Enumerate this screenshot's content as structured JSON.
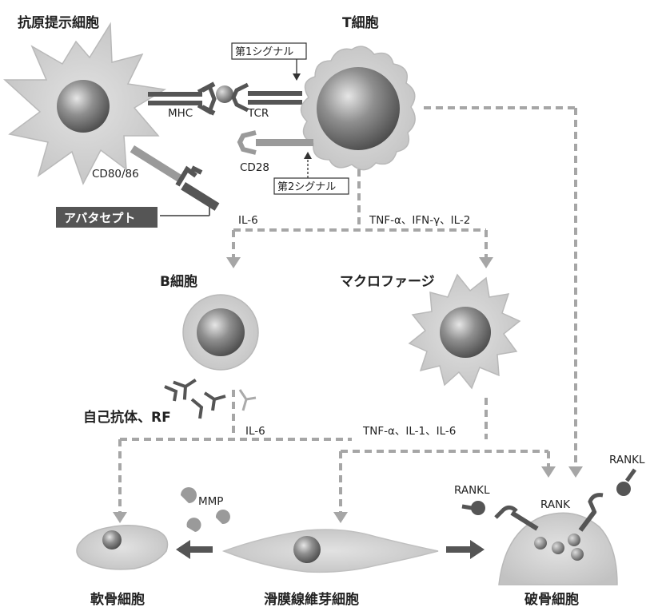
{
  "cells": {
    "apc": "抗原提示細胞",
    "tcell": "T細胞",
    "bcell": "B細胞",
    "macrophage": "マクロファージ",
    "chondrocyte": "軟骨細胞",
    "synovial": "滑膜線維芽細胞",
    "osteoclast": "破骨細胞"
  },
  "molecules": {
    "mhc": "MHC",
    "tcr": "TCR",
    "cd28": "CD28",
    "cd80_86": "CD80/86",
    "mmp": "MMP",
    "rankl_left": "RANKL",
    "rankl_right": "RANKL",
    "rank": "RANK"
  },
  "signals": {
    "first": "第1シグナル",
    "second": "第2シグナル"
  },
  "drug": "アバタセプト",
  "cytokines": {
    "t_to_b": "IL-6",
    "t_to_macro": "TNF-α、IFN-γ、IL-2",
    "b_out": "IL-6",
    "macro_out": "TNF-α、IL-1、IL-6"
  },
  "antibody_label": "自己抗体、RF",
  "colors": {
    "dashed_arrow": "#a6a6a6",
    "drug_box": "#555555",
    "membrane": "#d4d4d4",
    "nucleus": "#777777"
  }
}
